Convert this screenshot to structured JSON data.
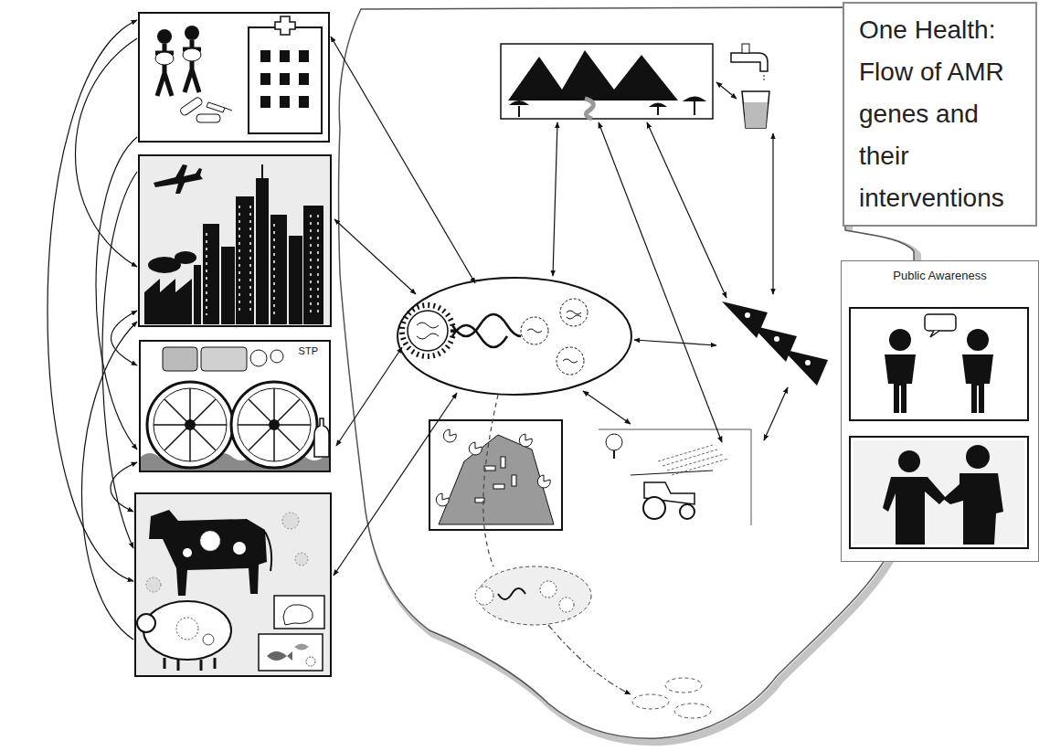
{
  "diagram": {
    "nodes": [
      {
        "text": [
          "One Health: Flow of AMR genes and their interventions"
        ]
      },
      {
        "text": [
          "STP"
        ]
      },
      {
        "text": [
          "Public Awareness"
        ]
      }
    ]
  }
}
